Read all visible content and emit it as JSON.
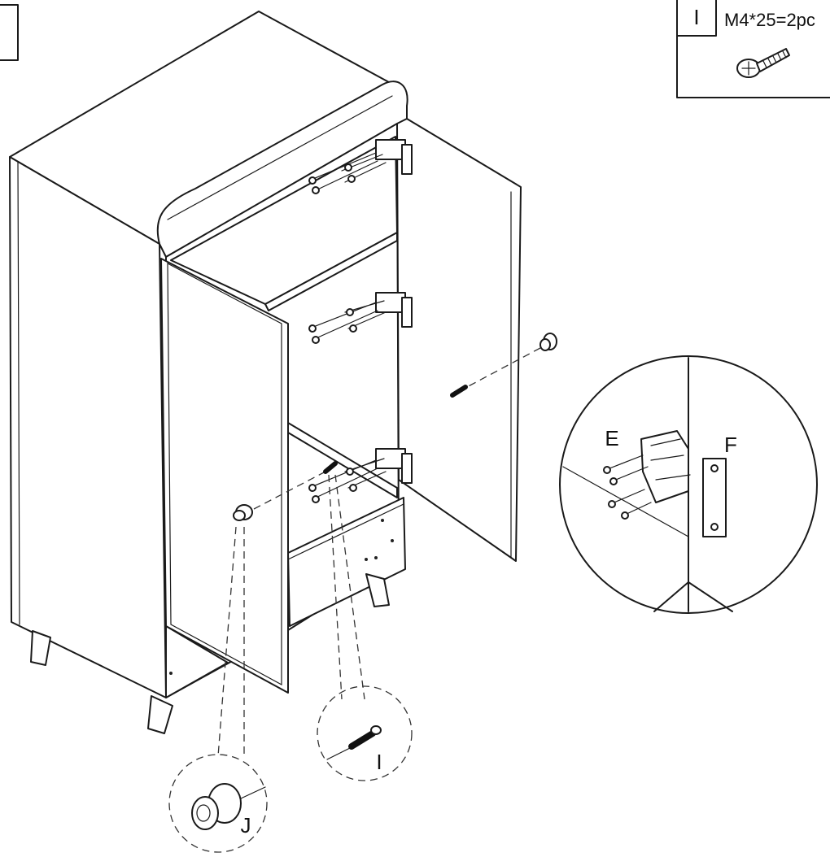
{
  "step_box": {
    "number": ""
  },
  "hardware_legend": {
    "part_letter": "I",
    "spec": "M4*25=2pc",
    "icon": "screw-icon"
  },
  "callouts": {
    "hinge_detail": {
      "label_left": "E",
      "label_right": "F"
    },
    "screw_detail": {
      "label": "I"
    },
    "knob_detail": {
      "label": "J"
    }
  },
  "colors": {
    "line": "#1a1a1a",
    "background": "#ffffff"
  }
}
